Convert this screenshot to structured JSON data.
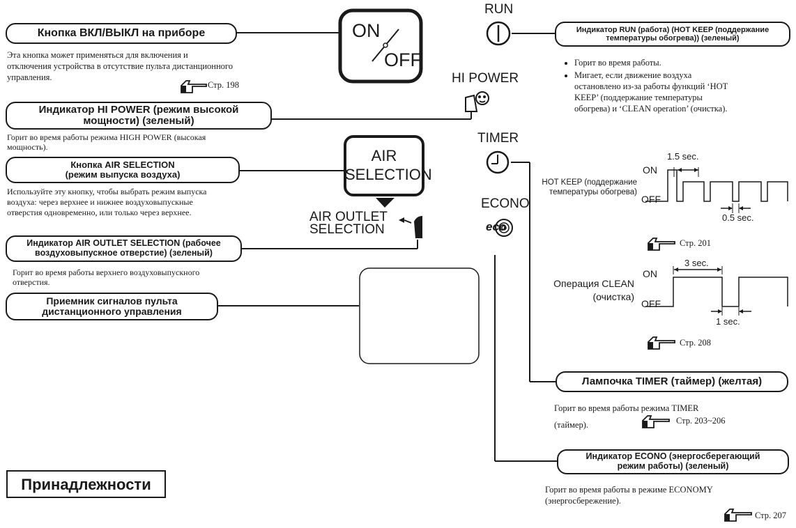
{
  "power_button": {
    "title": "Кнопка ВКЛ/ВЫКЛ на приборе",
    "desc1": "Эта кнопка может применяться для включения и",
    "desc2": "отключения устройства в отсутствие пульта дистанционного",
    "desc3": "управления.",
    "ref": "Стр. 198",
    "on_label": "ON",
    "off_label": "OFF"
  },
  "hipower_indicator": {
    "title1": "Индикатор HI POWER (режим высокой",
    "title2": "мощности) (зеленый)",
    "desc1": "Горит во время работы режима HIGH POWER (высокая",
    "desc2": "мощность)."
  },
  "air_selection_button": {
    "title1": "Кнопка AIR SELECTION",
    "title2": "(режим выпуска воздуха)",
    "btn1": "AIR",
    "btn2": "SELECTION",
    "desc1": "Используйте эту кнопку, чтобы выбрать режим выпуска",
    "desc2": "воздуха: через верхнее и нижнее воздуховыпускные",
    "desc3": "отверстия одновременно, или только через верхнее."
  },
  "air_outlet": {
    "cap1": "AIR OUTLET",
    "cap2": "SELECTION",
    "title1": "Индикатор AIR OUTLET SELECTION (рабочее",
    "title2": "воздуховыпускное отверстие) (зеленый)",
    "desc1": "Горит во время работы верхнего воздуховыпускного",
    "desc2": "отверстия."
  },
  "receiver": {
    "title1": "Приемник сигналов пульта",
    "title2": "дистанционного управления"
  },
  "accessories": {
    "title": "Принадлежности"
  },
  "run": {
    "cap": "RUN",
    "title1": "Индикатор RUN (работа) (HOT KEEP (поддержание",
    "title2": "температуры обогрева)) (зеленый)",
    "bullet1": "Горит во время работы.",
    "bullet2a": "Мигает, если движение воздуха",
    "bullet2b": "остановлено из-за работы функций ‘HOT",
    "bullet2c": "KEEP’ (поддержание температуры",
    "bullet2d": "обогрева) и ‘CLEAN operation’ (очистка)."
  },
  "hipower_cap": "HI POWER",
  "timer": {
    "cap": "TIMER",
    "hotkeep_label1": "HOT KEEP (поддержание",
    "hotkeep_label2": "температуры обогрева)",
    "on": "ON",
    "off": "OFF",
    "t1": "1.5 sec.",
    "t2": "0.5 sec.",
    "ref1": "Стр. 201",
    "clean_label1": "Операция CLEAN",
    "clean_label2": "(очистка)",
    "t3": "3 sec.",
    "t4": "1 sec.",
    "ref2": "Стр. 208",
    "lamp_title": "Лампочка TIMER (таймер) (желтая)",
    "lamp_desc1": "Горит во время работы режима TIMER",
    "lamp_desc2": "(таймер).",
    "ref3": "Стр. 203~206"
  },
  "econo": {
    "cap": "ECONO",
    "logo": "eco",
    "title1": "Индикатор ECONO (энергосберегающий",
    "title2": "режим работы) (зеленый)",
    "desc1": "Горит во время работы в режиме ECONOMY",
    "desc2": "(энергосбережение).",
    "ref": "Стр. 207"
  }
}
